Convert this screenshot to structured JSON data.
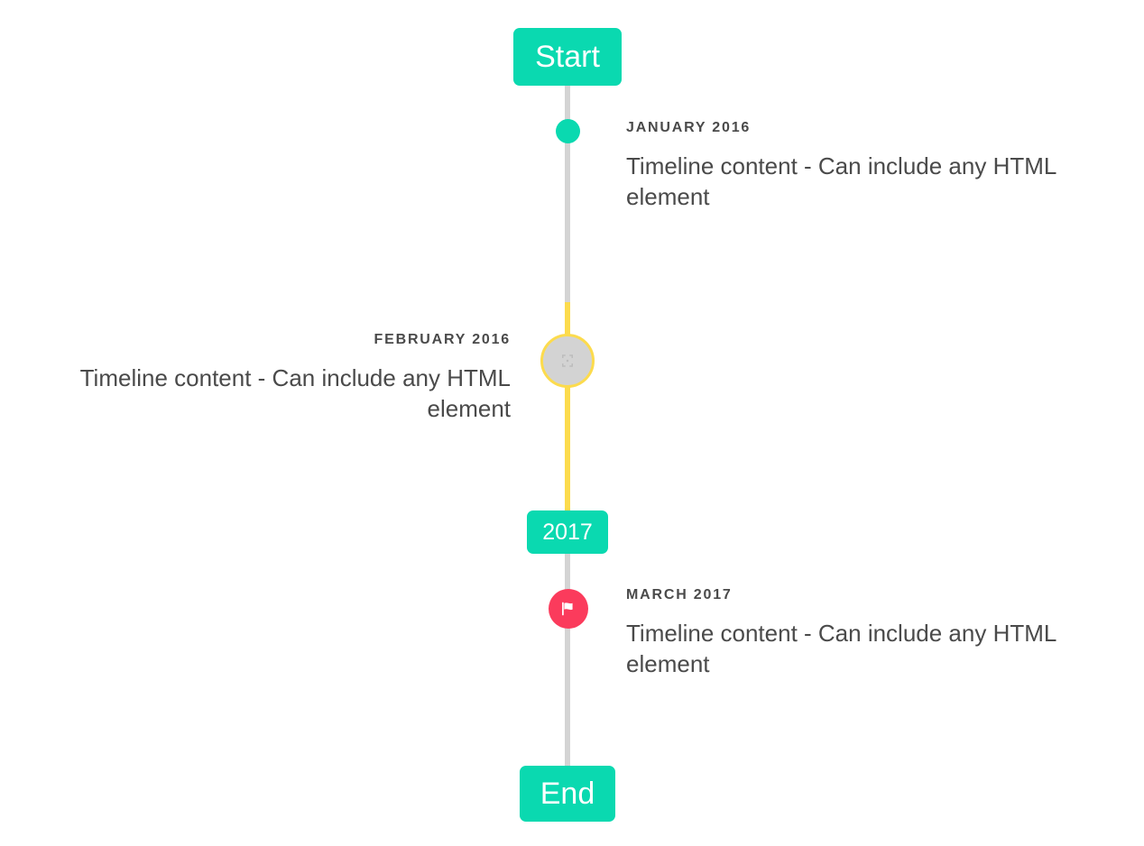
{
  "theme": {
    "background": "#ffffff",
    "accent_green": "#0ad9b0",
    "accent_yellow": "#fcdb4d",
    "accent_pink": "#fb3b5c",
    "rail_grey": "#d4d4d4",
    "marker_grey": "#d3d3d3",
    "text_color": "#4a4a4a"
  },
  "caps": {
    "start_label": "Start",
    "year_label": "2017",
    "end_label": "End"
  },
  "markers": {
    "january_icon": "dot-icon",
    "february_icon": "broken-image-icon",
    "march_icon": "flag-icon"
  },
  "entries": [
    {
      "date": "JANUARY 2016",
      "body": "Timeline content - Can include any HTML element",
      "side": "right"
    },
    {
      "date": "FEBRUARY 2016",
      "body": "Timeline content - Can include any HTML element",
      "side": "left"
    },
    {
      "date": "MARCH 2017",
      "body": "Timeline content - Can include any HTML element",
      "side": "right"
    }
  ]
}
